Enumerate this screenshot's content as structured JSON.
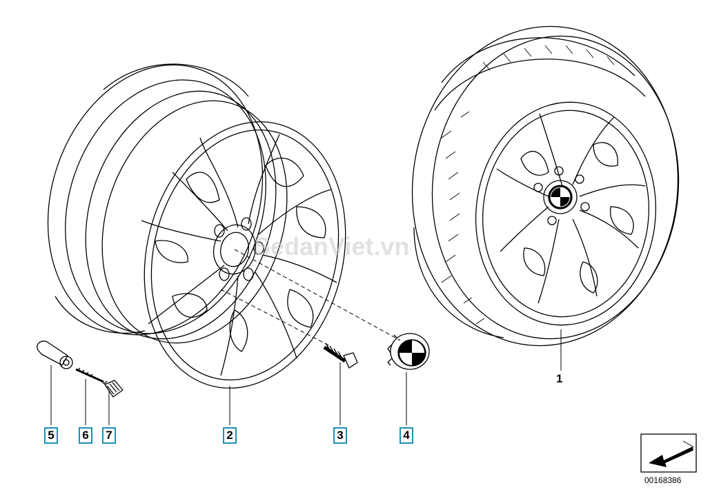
{
  "callouts": {
    "p1": "1",
    "p2": "2",
    "p3": "3",
    "p4": "4",
    "p5": "5",
    "p6": "6",
    "p7": "7"
  },
  "watermark": "SedanViet.vn",
  "doc_number": "00168386",
  "colors": {
    "callout_border": "#1d8fb5",
    "line": "#000000"
  },
  "icons": {
    "orientation": "arrow-down-left-icon"
  }
}
